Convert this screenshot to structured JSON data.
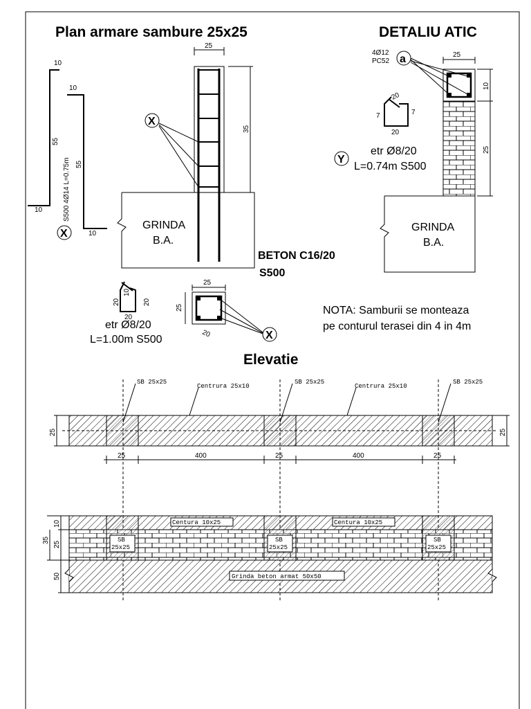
{
  "sheet": {
    "title_left": "Plan armare sambure 25x25",
    "title_right": "DETALIU ATIC",
    "title_elevation": "Elevatie"
  },
  "plan": {
    "bar_label": "S500 4Ø14 L=0.75m",
    "dim_10_a": "10",
    "dim_10_b": "10",
    "dim_10_c": "10",
    "dim_10_d": "10",
    "dim_55_a": "55",
    "dim_55_b": "55",
    "dim_25_top": "25",
    "dim_35": "35",
    "marker_x": "X",
    "beam_line1": "GRINDA",
    "beam_line2": "B.A.",
    "beton_line1": "BETON C16/20",
    "beton_line2": "S500",
    "stirrup_10": "10",
    "stirrup_20_left": "20",
    "stirrup_20_right": "20",
    "stirrup_20_bottom": "20",
    "stirrup_label1": "etr Ø8/20",
    "stirrup_label2": "L=1.00m S500",
    "section_25_top": "25",
    "section_25_left": "25",
    "section_20": "20",
    "note_line1": "NOTA: Samburii se monteaza",
    "note_line2": "pe conturul terasei din 4 in 4m"
  },
  "atic": {
    "bars_line1": "4Ø12",
    "bars_line2": "PC52",
    "marker_a": "a",
    "marker_y": "Y",
    "dim_25_top": "25",
    "dim_10": "10",
    "dim_25_side": "25",
    "stirrup_20_a": "20",
    "stirrup_7_a": "7",
    "stirrup_7_b": "7",
    "stirrup_20_b": "20",
    "stirrup_label1": "etr Ø8/20",
    "stirrup_label2": "L=0.74m S500",
    "beam_line1": "GRINDA",
    "beam_line2": "B.A."
  },
  "elevation": {
    "sb_label_1": "SB 25x25",
    "sb_label_2": "SB 25x25",
    "sb_label_3": "SB 25x25",
    "centura_label_1": "Centrura 25x10",
    "centura_label_2": "Centrura 25x10",
    "dim_25_left": "25",
    "dim_25_right": "25",
    "dim_25_a": "25",
    "dim_400_a": "400",
    "dim_25_b": "25",
    "dim_400_b": "400",
    "dim_25_c": "25"
  },
  "section": {
    "centura_tag_1": "Centura 10x25",
    "centura_tag_2": "Centura 10x25",
    "sb_tag_1a": "SB",
    "sb_tag_1b": "25x25",
    "sb_tag_2a": "SB",
    "sb_tag_2b": "25x25",
    "sb_tag_3a": "SB",
    "sb_tag_3b": "25x25",
    "grinda_tag": "Grinda beton armat 50x50",
    "dim_10": "10",
    "dim_35": "35",
    "dim_25": "25",
    "dim_50": "50"
  }
}
